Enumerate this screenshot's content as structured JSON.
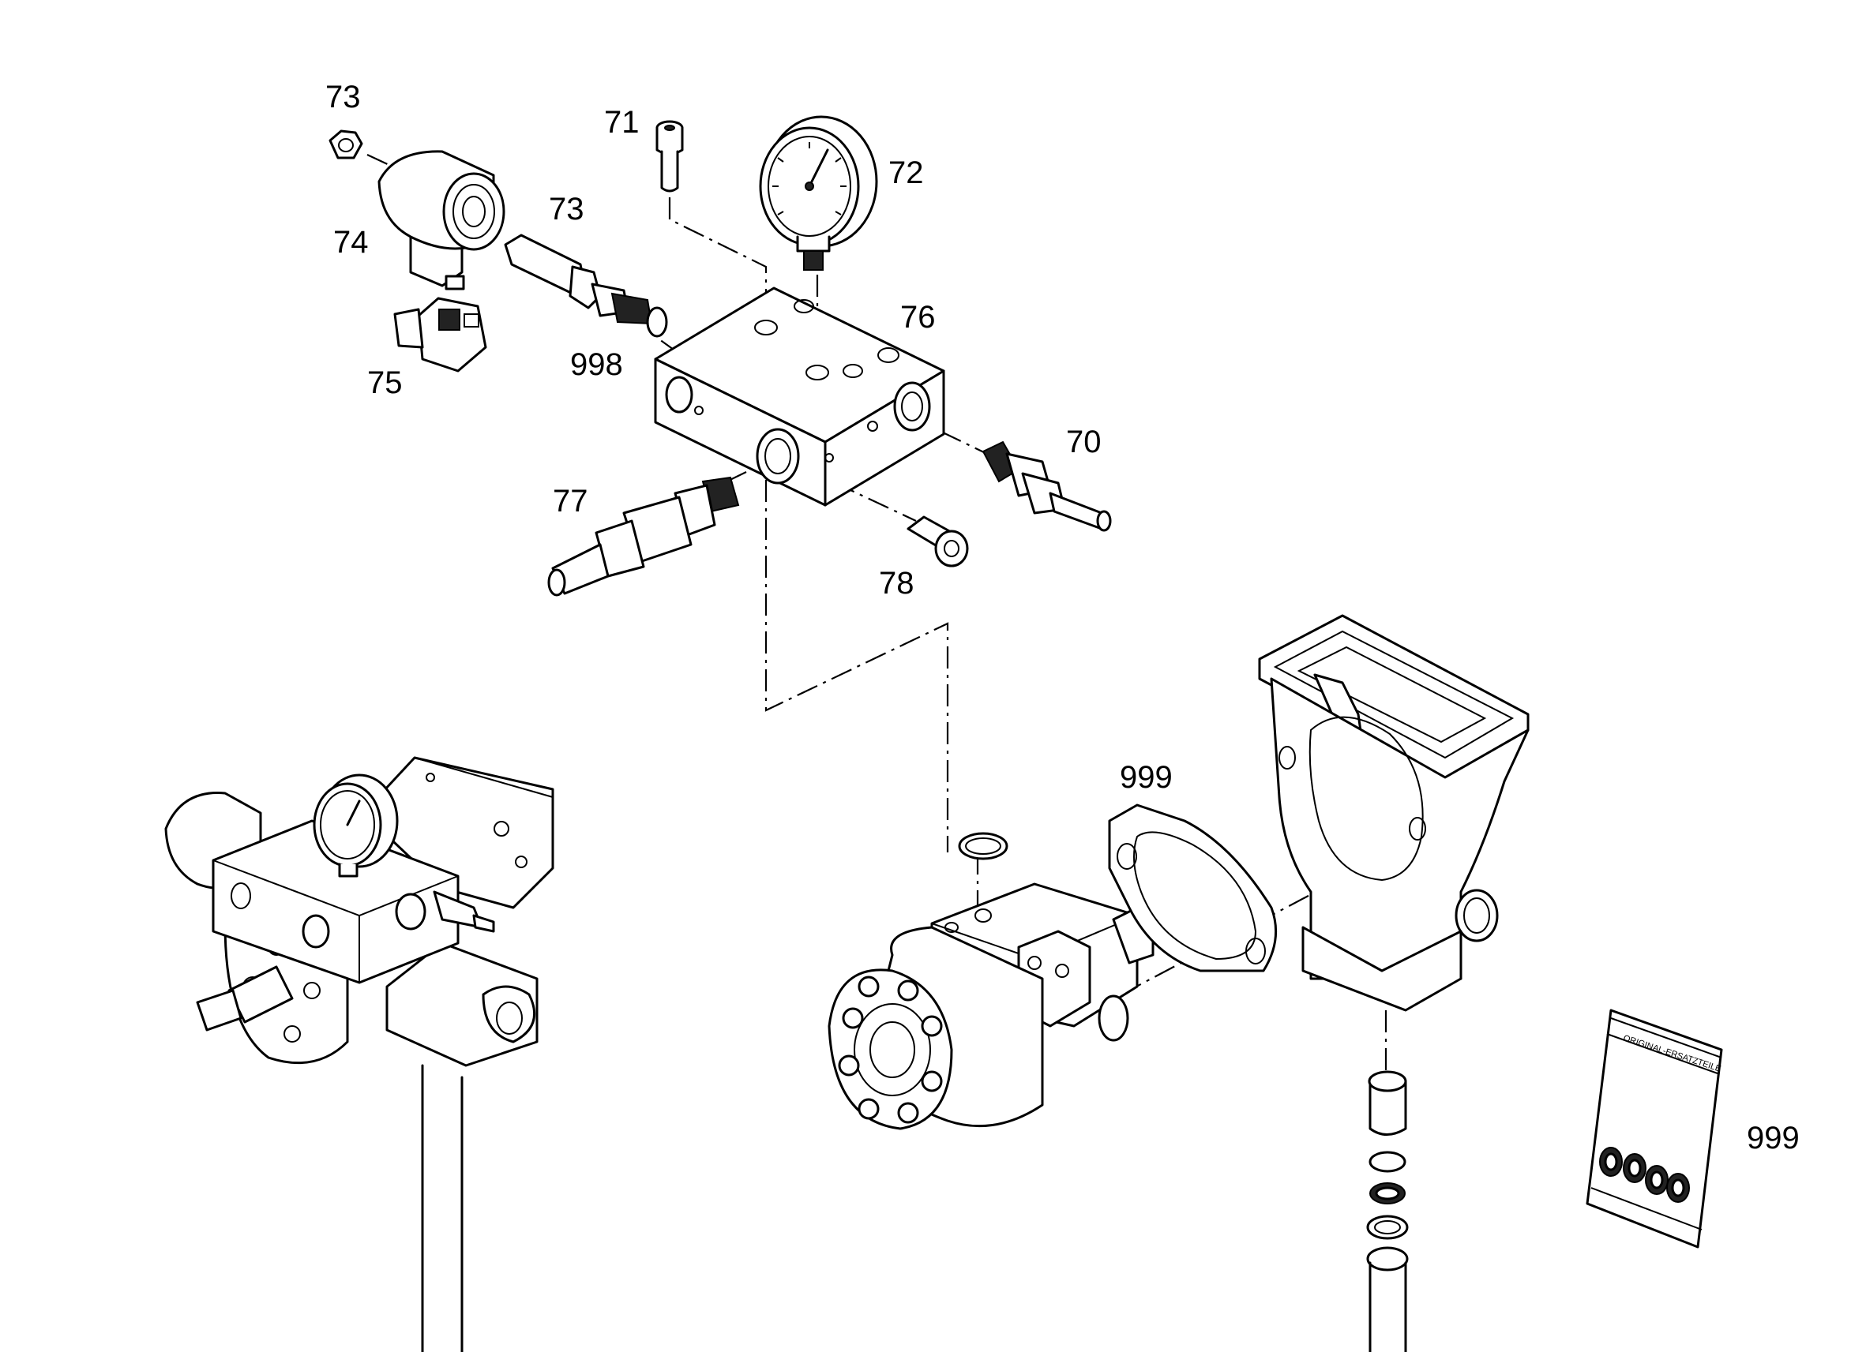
{
  "callouts": {
    "c73a": "73",
    "c71": "71",
    "c72": "72",
    "c74": "74",
    "c73b": "73",
    "c76": "76",
    "c75": "75",
    "c998": "998",
    "c70": "70",
    "c77": "77",
    "c78": "78",
    "c999a": "999",
    "c999b": "999"
  },
  "bag_label": "ORIGINAL-ERSATZTEILE"
}
